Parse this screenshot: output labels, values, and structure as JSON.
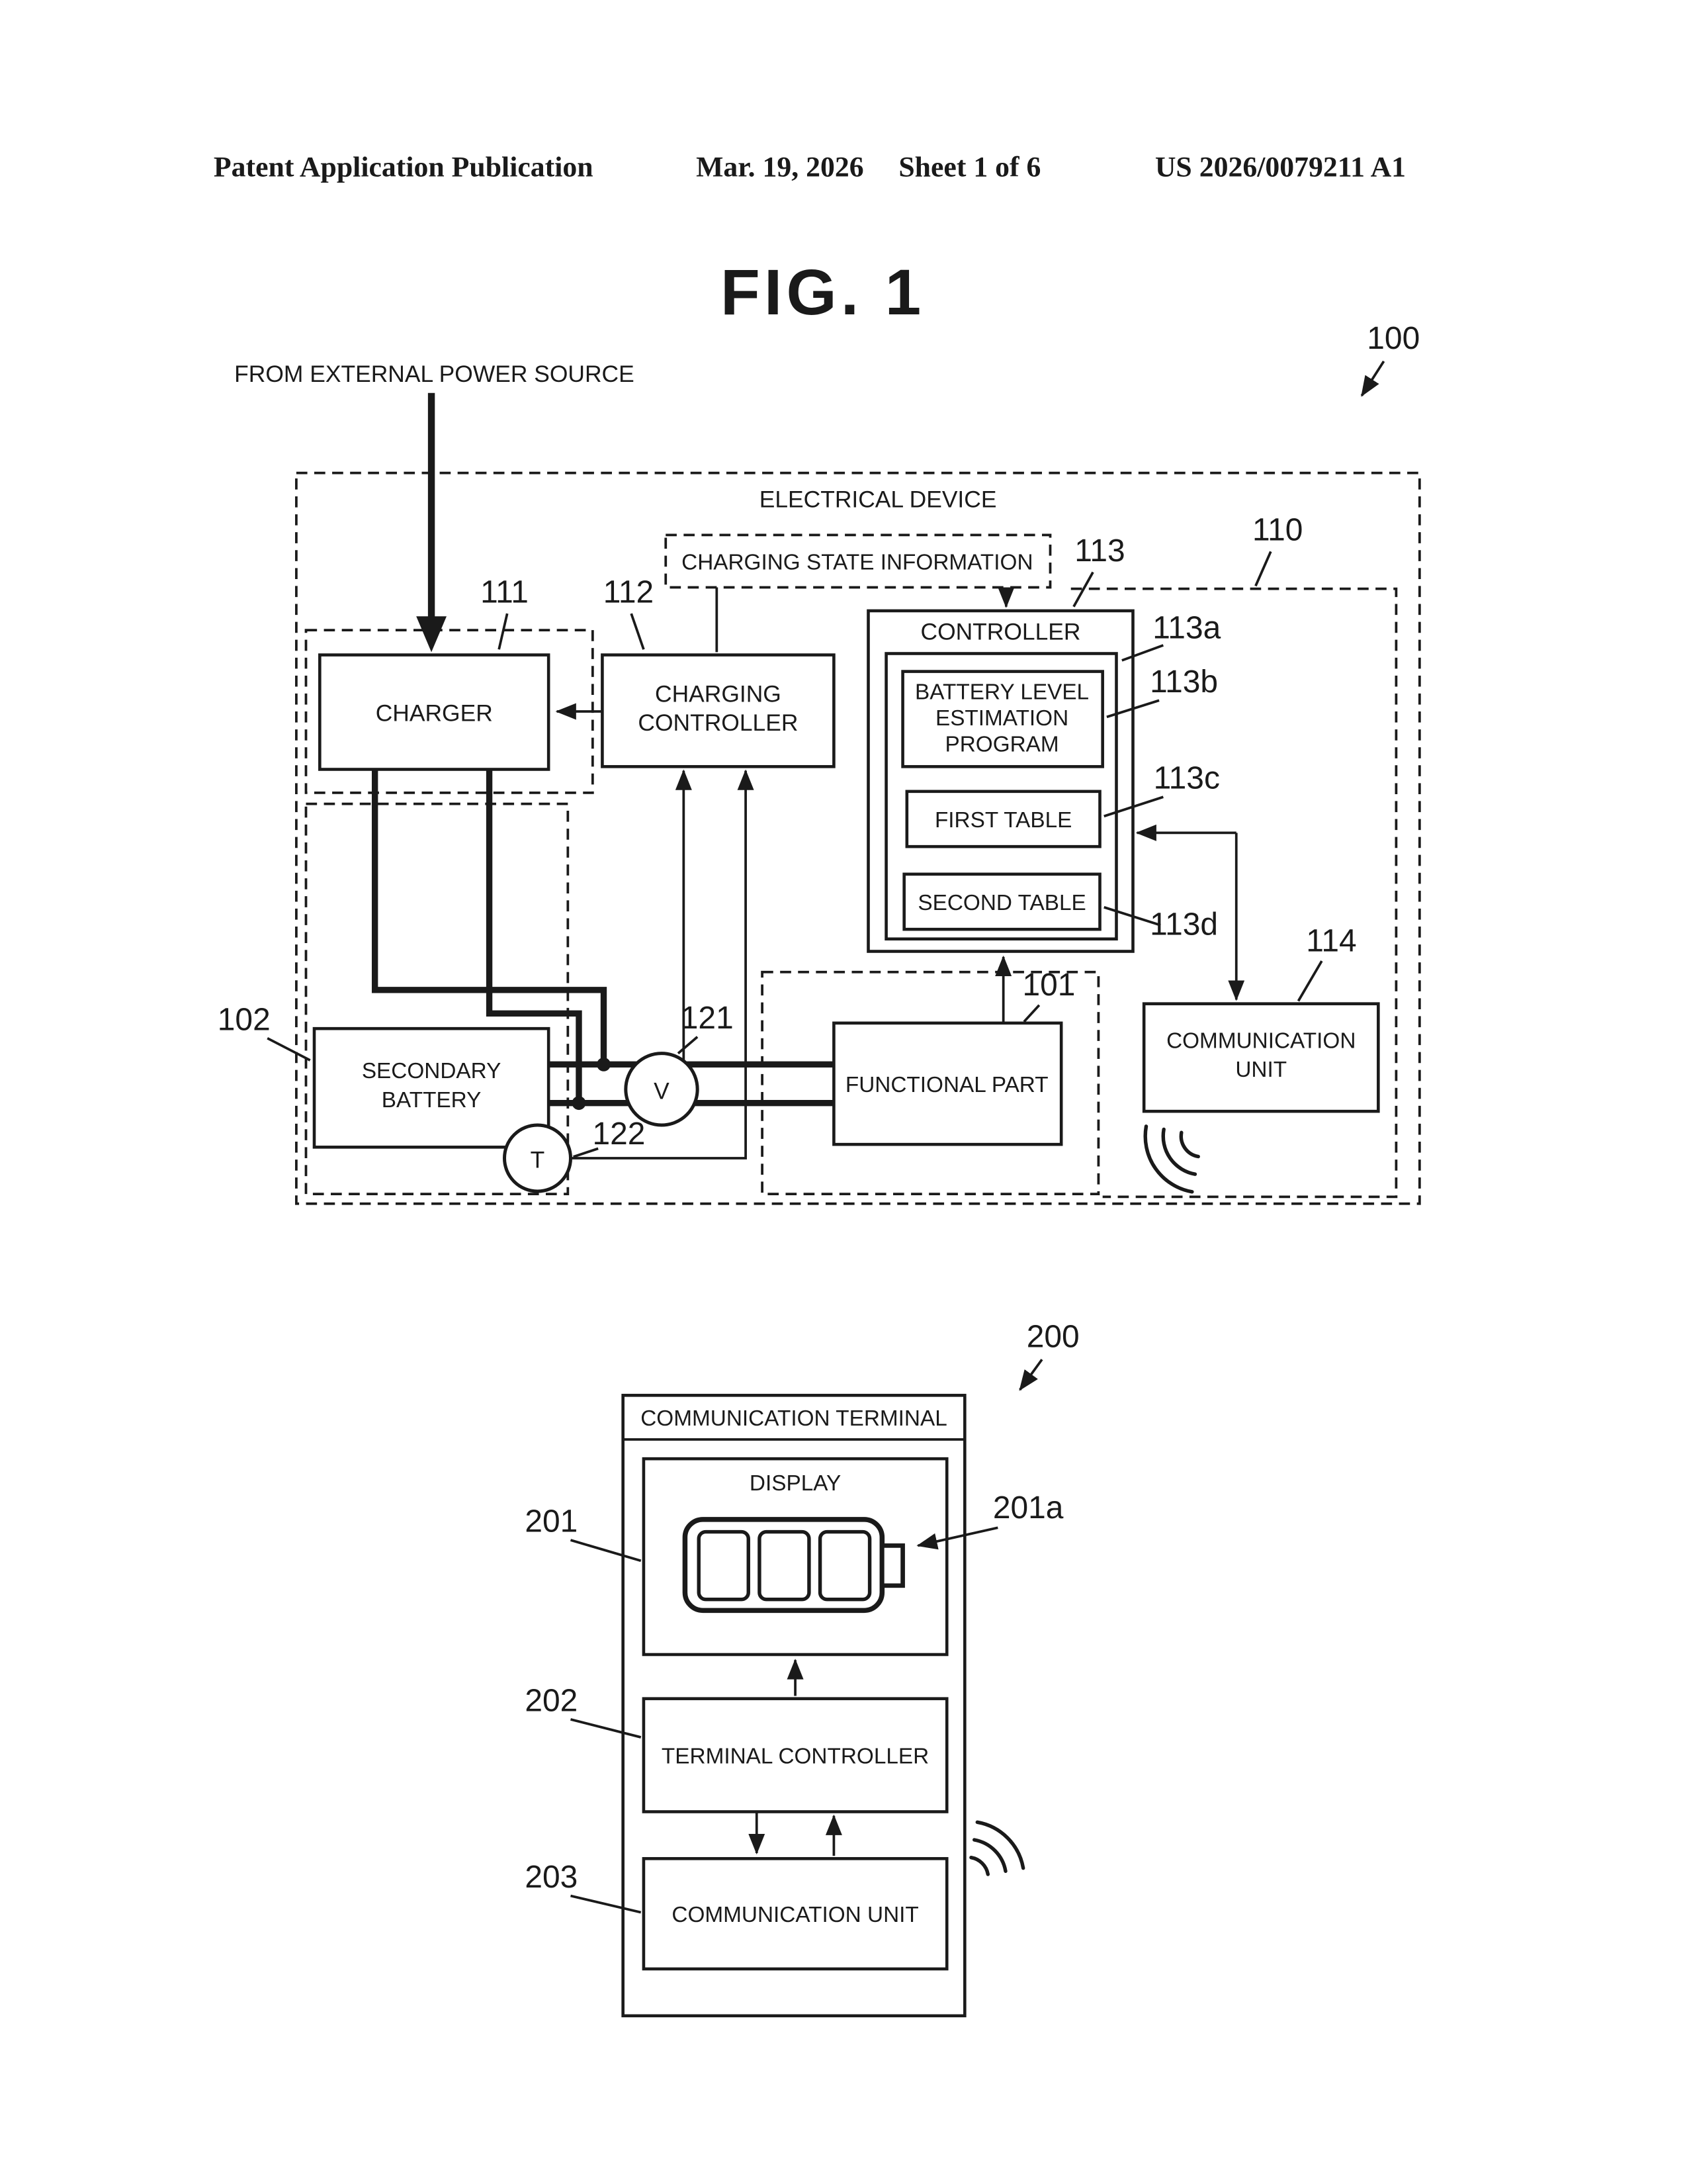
{
  "header": {
    "publication": "Patent Application Publication",
    "date": "Mar. 19, 2026",
    "sheet": "Sheet 1 of 6",
    "number": "US 2026/0079211 A1"
  },
  "figure": {
    "title": "FIG. 1"
  },
  "device": {
    "ref": "100",
    "label": "ELECTRICAL DEVICE",
    "power_source": "FROM EXTERNAL POWER SOURCE",
    "charging_state": "CHARGING STATE INFORMATION",
    "control_unit_ref": "110",
    "charger": {
      "ref": "111",
      "label": "CHARGER"
    },
    "charging_controller": {
      "ref": "112",
      "line1": "CHARGING",
      "line2": "CONTROLLER"
    },
    "controller": {
      "ref": "113",
      "label": "CONTROLLER",
      "memory_ref": "113a",
      "program": {
        "ref": "113b",
        "line1": "BATTERY LEVEL",
        "line2": "ESTIMATION",
        "line3": "PROGRAM"
      },
      "first_table": {
        "ref": "113c",
        "label": "FIRST TABLE"
      },
      "second_table": {
        "ref": "113d",
        "label": "SECOND TABLE"
      }
    },
    "communication_unit": {
      "ref": "114",
      "line1": "COMMUNICATION",
      "line2": "UNIT"
    },
    "functional_part": {
      "ref": "101",
      "label": "FUNCTIONAL PART"
    },
    "secondary_battery": {
      "ref": "102",
      "line1": "SECONDARY",
      "line2": "BATTERY"
    },
    "voltage_sensor": {
      "ref": "121",
      "label": "V"
    },
    "temperature_sensor": {
      "ref": "122",
      "label": "T"
    }
  },
  "terminal": {
    "ref": "200",
    "label": "COMMUNICATION TERMINAL",
    "display": {
      "ref": "201",
      "label": "DISPLAY",
      "battery_icon_ref": "201a"
    },
    "terminal_controller": {
      "ref": "202",
      "label": "TERMINAL CONTROLLER"
    },
    "communication_unit": {
      "ref": "203",
      "label": "COMMUNICATION UNIT"
    }
  }
}
